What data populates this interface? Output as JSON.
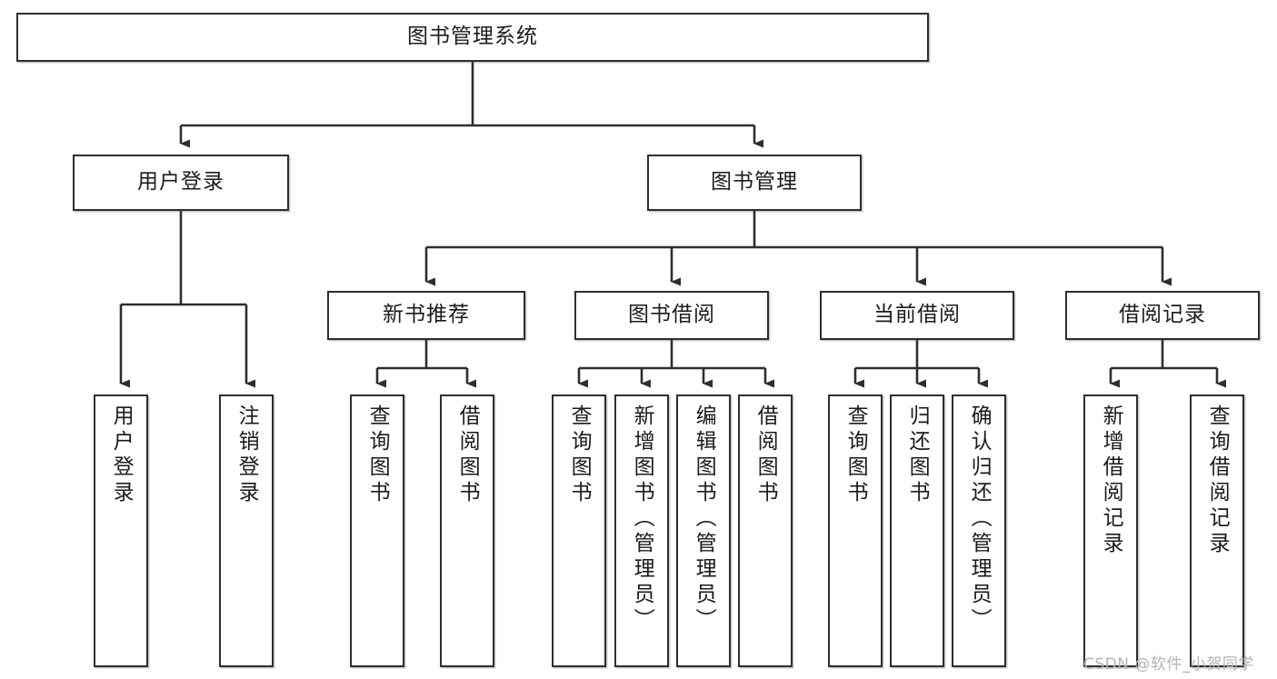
{
  "diagram": {
    "title": "图书管理系统",
    "type": "功能结构图",
    "watermark": "CSDN @软件_小贺同学",
    "line_color": "#2e2e2e",
    "box_fill": "#ffffff",
    "text_color": "#1b1b1b"
  },
  "nodes": {
    "root": {
      "label": "图书管理系统"
    },
    "level2": [
      {
        "id": "user-login",
        "label": "用户登录"
      },
      {
        "id": "book-manage",
        "label": "图书管理"
      }
    ],
    "level3": [
      {
        "id": "new-book-recommend",
        "label": "新书推荐"
      },
      {
        "id": "book-borrow",
        "label": "图书借阅"
      },
      {
        "id": "current-borrow",
        "label": "当前借阅"
      },
      {
        "id": "borrow-record",
        "label": "借阅记录"
      }
    ],
    "leaves": {
      "user_login": [
        {
          "id": "leaf-user-login",
          "label": "用户登录"
        },
        {
          "id": "leaf-logout",
          "label": "注销登录"
        }
      ],
      "new_book_recommend": [
        {
          "id": "leaf-query-book-1",
          "label": "查询图书"
        },
        {
          "id": "leaf-borrow-book-1",
          "label": "借阅图书"
        }
      ],
      "book_borrow": [
        {
          "id": "leaf-query-book-2",
          "label": "查询图书"
        },
        {
          "id": "leaf-add-book",
          "label": "新增图书（管理员）"
        },
        {
          "id": "leaf-edit-book",
          "label": "编辑图书（管理员）"
        },
        {
          "id": "leaf-borrow-book-2",
          "label": "借阅图书"
        }
      ],
      "current_borrow": [
        {
          "id": "leaf-query-book-3",
          "label": "查询图书"
        },
        {
          "id": "leaf-return-book",
          "label": "归还图书"
        },
        {
          "id": "leaf-confirm-return",
          "label": "确认归还（管理员）"
        }
      ],
      "borrow_record": [
        {
          "id": "leaf-add-record",
          "label": "新增借阅记录"
        },
        {
          "id": "leaf-query-record",
          "label": "查询借阅记录"
        }
      ]
    }
  }
}
